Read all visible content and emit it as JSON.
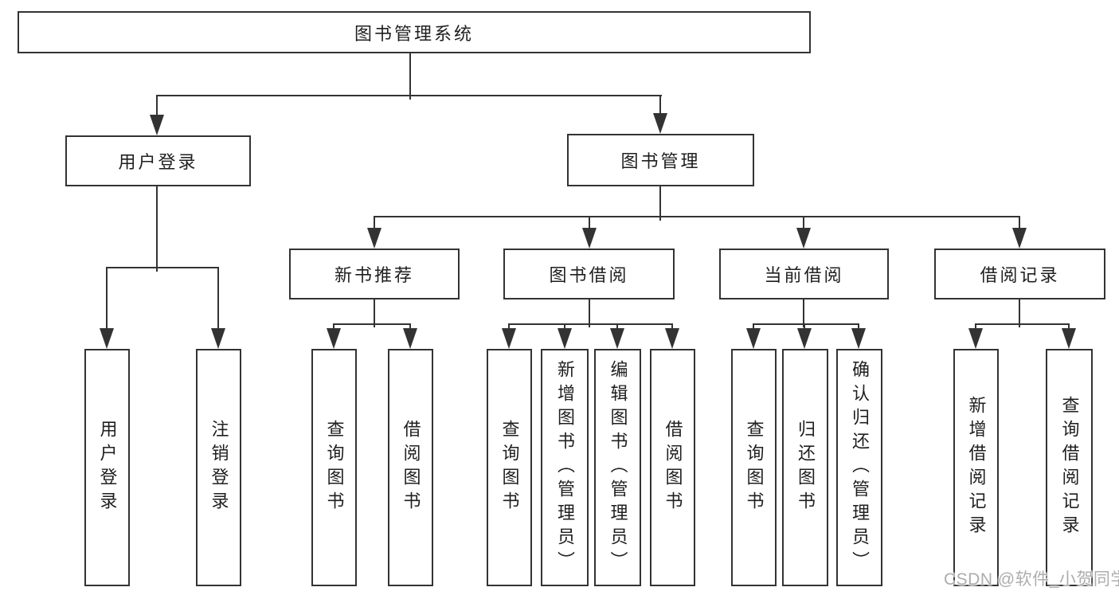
{
  "diagram": {
    "root": "图书管理系统",
    "level2": {
      "user_login": "用户登录",
      "book_mgmt": "图书管理"
    },
    "level3": {
      "new_book": "新书推荐",
      "book_borrow": "图书借阅",
      "current_borrow": "当前借阅",
      "borrow_record": "借阅记录"
    },
    "leaves": {
      "user_login": [
        "用户登录",
        "注销登录"
      ],
      "new_book": [
        "查询图书",
        "借阅图书"
      ],
      "book_borrow": [
        "查询图书",
        "新增图书（管理员）",
        "编辑图书（管理员）",
        "借阅图书"
      ],
      "current_borrow": [
        "查询图书",
        "归还图书",
        "确认归还（管理员）"
      ],
      "borrow_record": [
        "新增借阅记录",
        "查询借阅记录"
      ]
    }
  },
  "watermark": {
    "text": "CSDN @软件_小贺同学",
    "color": "#adadad"
  },
  "colors": {
    "line": "#333333",
    "box_border": "#333333",
    "text": "#1f1f1f",
    "background": "#ffffff"
  }
}
